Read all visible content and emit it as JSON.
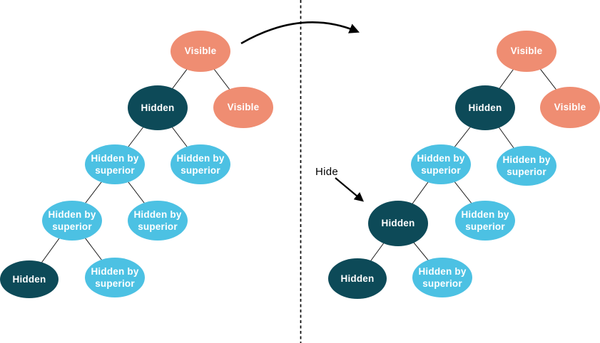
{
  "colors": {
    "visible": "#EF8D72",
    "hidden": "#0D4A58",
    "hidden_by_superior": "#4CC1E3",
    "edge": "#1a1a1a",
    "annotation": "#000000",
    "background": "#ffffff"
  },
  "annotation": {
    "hide_label": "Hide"
  },
  "left_tree": {
    "nodes": [
      {
        "label": "Visible",
        "state": "visible"
      },
      {
        "label": "Hidden",
        "state": "hidden"
      },
      {
        "label": "Visible",
        "state": "visible"
      },
      {
        "label": "Hidden by superior",
        "state": "hidden_by_superior"
      },
      {
        "label": "Hidden by superior",
        "state": "hidden_by_superior"
      },
      {
        "label": "Hidden by superior",
        "state": "hidden_by_superior"
      },
      {
        "label": "Hidden by superior",
        "state": "hidden_by_superior"
      },
      {
        "label": "Hidden",
        "state": "hidden"
      },
      {
        "label": "Hidden by superior",
        "state": "hidden_by_superior"
      }
    ],
    "edges": [
      [
        0,
        1
      ],
      [
        0,
        2
      ],
      [
        1,
        3
      ],
      [
        1,
        4
      ],
      [
        3,
        5
      ],
      [
        3,
        6
      ],
      [
        5,
        7
      ],
      [
        5,
        8
      ]
    ]
  },
  "right_tree": {
    "nodes": [
      {
        "label": "Visible",
        "state": "visible"
      },
      {
        "label": "Hidden",
        "state": "hidden"
      },
      {
        "label": "Visible",
        "state": "visible"
      },
      {
        "label": "Hidden by superior",
        "state": "hidden_by_superior"
      },
      {
        "label": "Hidden by superior",
        "state": "hidden_by_superior"
      },
      {
        "label": "Hidden",
        "state": "hidden"
      },
      {
        "label": "Hidden by superior",
        "state": "hidden_by_superior"
      },
      {
        "label": "Hidden",
        "state": "hidden"
      },
      {
        "label": "Hidden by superior",
        "state": "hidden_by_superior"
      }
    ],
    "edges": [
      [
        0,
        1
      ],
      [
        0,
        2
      ],
      [
        1,
        3
      ],
      [
        1,
        4
      ],
      [
        3,
        5
      ],
      [
        3,
        6
      ],
      [
        5,
        7
      ],
      [
        5,
        8
      ]
    ]
  }
}
